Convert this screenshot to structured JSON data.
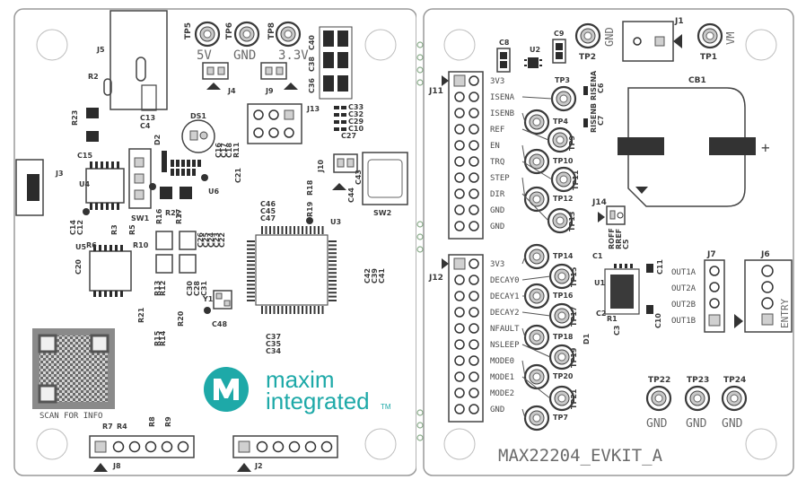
{
  "left_board": {
    "test_points": [
      {
        "ref": "TP5",
        "label": "5V"
      },
      {
        "ref": "TP6",
        "label": "GND"
      },
      {
        "ref": "TP8",
        "label": "3.3V"
      }
    ],
    "refdes": [
      "J5",
      "R2",
      "R23",
      "C13",
      "C4",
      "C15",
      "D2",
      "DS1",
      "C16",
      "C17",
      "C18",
      "R11",
      "C21",
      "U6",
      "J3",
      "U4",
      "R22",
      "SW1",
      "C14",
      "C12",
      "R16",
      "R17",
      "R3",
      "R5",
      "R6",
      "R10",
      "U5",
      "C20",
      "R21",
      "R13",
      "R12",
      "R15",
      "R14",
      "R20",
      "C26",
      "C25",
      "C24",
      "C23",
      "C22",
      "C30",
      "C28",
      "C31",
      "C27",
      "Y1",
      "C48",
      "C46",
      "C45",
      "C47",
      "R19",
      "R18",
      "U3",
      "J4",
      "J9",
      "J13",
      "C40",
      "C38",
      "C36",
      "C33",
      "C32",
      "C29",
      "C10",
      "C43",
      "C44",
      "J10",
      "SW2",
      "C42",
      "C39",
      "C41",
      "C37",
      "C35",
      "C34",
      "R7",
      "R4",
      "R8",
      "R9",
      "J8",
      "J2"
    ],
    "qr_caption": "SCAN FOR INFO",
    "brand_line1": "maxim",
    "brand_line2": "integrated",
    "brand_tm": "TM"
  },
  "right_board": {
    "header_j11": {
      "ref": "J11",
      "pins": [
        "3V3",
        "ISENA",
        "ISENB",
        "REF",
        "EN",
        "TRQ",
        "STEP",
        "DIR",
        "GND",
        "GND"
      ]
    },
    "header_j12": {
      "ref": "J12",
      "pins": [
        "3V3",
        "DECAY0",
        "DECAY1",
        "DECAY2",
        "NFAULT",
        "NSLEEP",
        "MODE0",
        "MODE1",
        "MODE2",
        "GND"
      ]
    },
    "test_points_j11": [
      "TP3",
      "TP4",
      "TP9",
      "TP10",
      "TP11",
      "TP12",
      "TP13"
    ],
    "test_points_j12": [
      "TP14",
      "TP15",
      "TP16",
      "TP17",
      "TP18",
      "TP19",
      "TP20",
      "TP21",
      "TP7"
    ],
    "tp2": {
      "ref": "TP2",
      "label": "GND"
    },
    "tp1": {
      "ref": "TP1",
      "label": "VM"
    },
    "j1_ref": "J1",
    "cb1_ref": "CB1",
    "cb1_plus": "+",
    "j14_ref": "J14",
    "j7": {
      "ref": "J7",
      "outputs": [
        "OUT1A",
        "OUT2A",
        "OUT2B",
        "OUT1B"
      ]
    },
    "j6": {
      "ref": "J6",
      "label": "ENTRY"
    },
    "bottom_tps": [
      {
        "ref": "TP22",
        "label": "GND"
      },
      {
        "ref": "TP23",
        "label": "GND"
      },
      {
        "ref": "TP24",
        "label": "GND"
      }
    ],
    "refdes": [
      "C8",
      "U2",
      "C9",
      "RISENA",
      "C6",
      "RISENB",
      "C7",
      "C1",
      "ROFF",
      "RREF",
      "C5",
      "C11",
      "U1",
      "C2",
      "C3",
      "R1",
      "D1",
      "C10"
    ],
    "board_name": "MAX22204_EVKIT_A"
  }
}
